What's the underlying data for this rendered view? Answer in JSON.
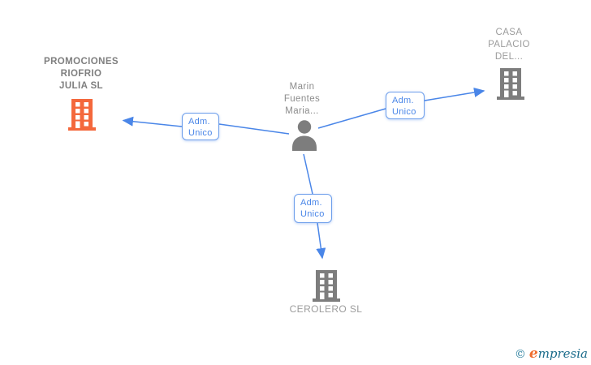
{
  "diagram_type": "corporate-relationship-graph",
  "nodes": {
    "person": {
      "type": "person",
      "label": "Marin\nFuentes\nMaria..."
    },
    "promociones": {
      "type": "company",
      "label": "PROMOCIONES\nRIOFRIO\nJULIA SL",
      "highlighted": true
    },
    "casa": {
      "type": "company",
      "label": "CASA\nPALACIO\nDEL..."
    },
    "cerolero": {
      "type": "company",
      "label": "CEROLERO SL"
    }
  },
  "edges": [
    {
      "from": "person",
      "to": "promociones",
      "label": "Adm.\nUnico"
    },
    {
      "from": "person",
      "to": "casa",
      "label": "Adm.\nUnico"
    },
    {
      "from": "person",
      "to": "cerolero",
      "label": "Adm.\nUnico"
    }
  ],
  "logo": {
    "symbol": "©",
    "accent_letter": "e",
    "rest": "mpresia"
  },
  "colors": {
    "edge_blue": "#4a86e8",
    "edge_label_border": "#6d9eeb",
    "edge_label_text": "#4a86e8",
    "company_highlight_orange": "#f4683c",
    "node_gray": "#7d7d7d",
    "text_gray": "#9c9c9c",
    "logo_teal": "#1a6b8a",
    "logo_orange": "#ef6c2d"
  }
}
